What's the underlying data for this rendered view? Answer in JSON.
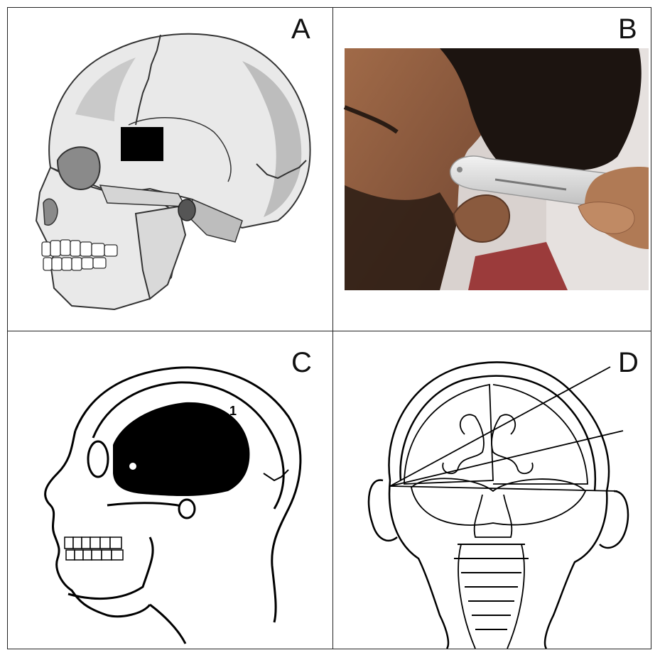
{
  "panels": [
    {
      "id": "A",
      "label": "A",
      "content": "skull-lateral-illustration"
    },
    {
      "id": "B",
      "label": "B",
      "content": "ultrasound-probe-temporal-photo"
    },
    {
      "id": "C",
      "label": "C",
      "content": "head-outline-temporal-window",
      "annotation": "1"
    },
    {
      "id": "D",
      "label": "D",
      "content": "head-frontal-insonation-lines"
    }
  ],
  "colors": {
    "border": "#222222",
    "bone_light": "#e9e9e9",
    "bone_mid": "#bdbdbd",
    "bone_dark": "#8a8a8a",
    "window_fill": "#000000",
    "skin": "#8a5a3e",
    "hair": "#1c1410",
    "probe": "#d8d8d8"
  }
}
